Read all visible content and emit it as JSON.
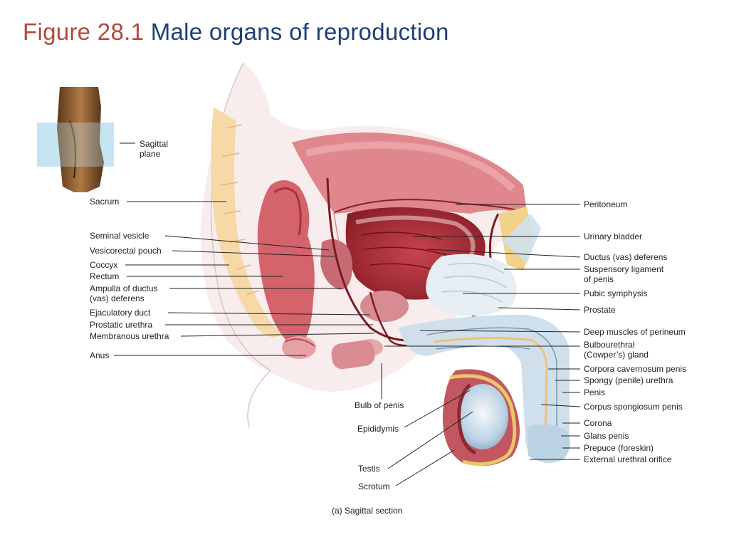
{
  "title": {
    "number": "Figure 28.1",
    "text": "Male organs of reproduction"
  },
  "left_labels": {
    "sagittal_plane": [
      "Sagittal",
      "plane"
    ],
    "sacrum": "Sacrum",
    "seminal_vesicle": "Seminal vesicle",
    "vesicorectal_pouch": "Vesicorectal pouch",
    "coccyx": "Coccyx",
    "rectum": "Rectum",
    "ampulla": [
      "Ampulla of ductus",
      "(vas) deferens"
    ],
    "ejaculatory_duct": "Ejaculatory duct",
    "prostatic_urethra": "Prostatic urethra",
    "membranous_urethra": "Membranous urethra",
    "anus": "Anus"
  },
  "right_labels": {
    "peritoneum": "Peritoneum",
    "urinary_bladder": "Urinary bladder",
    "ductus_deferens": "Ductus (vas) deferens",
    "suspensory_ligament": [
      "Suspensory ligament",
      "of penis"
    ],
    "pubic_symphysis": "Pubic symphysis",
    "prostate": "Prostate",
    "deep_muscles": "Deep muscles of perineum",
    "bulbourethral": [
      "Bulbourethral",
      "(Cowper’s) gland"
    ],
    "corpora_cavernosum": "Corpora cavernosum penis",
    "spongy_urethra": "Spongy (penile) urethra",
    "penis": "Penis",
    "corpus_spongiosum": "Corpus spongiosum penis",
    "corona": "Corona",
    "glans_penis": "Glans penis",
    "prepuce": "Prepuce (foreskin)",
    "external_orifice": "External urethral orifice"
  },
  "bottom_labels": {
    "bulb_of_penis": "Bulb of penis",
    "epididymis": "Epididymis",
    "testis": "Testis",
    "scrotum": "Scrotum"
  },
  "caption": "(a) Sagittal section",
  "colors": {
    "title_number": "#b5473a",
    "title_text": "#1f3e74"
  }
}
